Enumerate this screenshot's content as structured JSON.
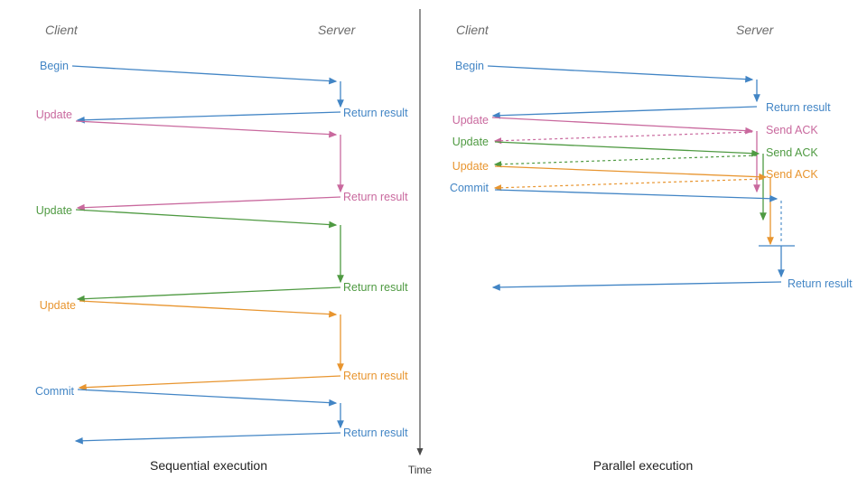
{
  "diagram": {
    "title_left": "Sequential execution",
    "title_right": "Parallel execution",
    "time_axis_label": "Time",
    "colors": {
      "blue": "#4285c5",
      "pink": "#c9699e",
      "green": "#4f9a42",
      "orange": "#e8952f",
      "header_gray": "#6b6b6b",
      "caption_black": "#222222",
      "axis_gray": "#4a4a4a",
      "background": "#ffffff"
    }
  },
  "left_panel": {
    "name": "Sequential execution",
    "lifelines": {
      "client": "Client",
      "server": "Server"
    },
    "messages": [
      {
        "label": "Begin",
        "color": "blue",
        "direction": "client-to-server"
      },
      {
        "label": "Return result",
        "color": "blue",
        "direction": "server-to-client"
      },
      {
        "label": "Update",
        "color": "pink",
        "direction": "client-to-server"
      },
      {
        "label": "Return result",
        "color": "pink",
        "direction": "server-to-client"
      },
      {
        "label": "Update",
        "color": "green",
        "direction": "client-to-server"
      },
      {
        "label": "Return result",
        "color": "green",
        "direction": "server-to-client"
      },
      {
        "label": "Update",
        "color": "orange",
        "direction": "client-to-server"
      },
      {
        "label": "Return result",
        "color": "orange",
        "direction": "server-to-client"
      },
      {
        "label": "Commit",
        "color": "blue",
        "direction": "client-to-server"
      },
      {
        "label": "Return result",
        "color": "blue",
        "direction": "server-to-client"
      }
    ]
  },
  "right_panel": {
    "name": "Parallel execution",
    "lifelines": {
      "client": "Client",
      "server": "Server"
    },
    "messages": [
      {
        "label": "Begin",
        "color": "blue",
        "direction": "client-to-server",
        "style": "solid"
      },
      {
        "label": "Return result",
        "color": "blue",
        "direction": "server-to-client",
        "style": "solid"
      },
      {
        "label": "Update",
        "color": "pink",
        "direction": "client-to-server",
        "style": "solid"
      },
      {
        "label": "Send ACK",
        "color": "pink",
        "direction": "server-to-client",
        "style": "dotted"
      },
      {
        "label": "Update",
        "color": "green",
        "direction": "client-to-server",
        "style": "solid"
      },
      {
        "label": "Send ACK",
        "color": "green",
        "direction": "server-to-client",
        "style": "dotted"
      },
      {
        "label": "Update",
        "color": "orange",
        "direction": "client-to-server",
        "style": "solid"
      },
      {
        "label": "Send ACK",
        "color": "orange",
        "direction": "server-to-client",
        "style": "dotted"
      },
      {
        "label": "Commit",
        "color": "blue",
        "direction": "client-to-server",
        "style": "solid"
      },
      {
        "label": "Return result",
        "color": "blue",
        "direction": "server-to-client",
        "style": "solid"
      }
    ]
  },
  "labels": {
    "begin": "Begin",
    "update": "Update",
    "commit": "Commit",
    "return_result": "Return result",
    "send_ack": "Send ACK",
    "client": "Client",
    "server": "Server",
    "time": "Time",
    "sequential": "Sequential execution",
    "parallel": "Parallel execution"
  }
}
